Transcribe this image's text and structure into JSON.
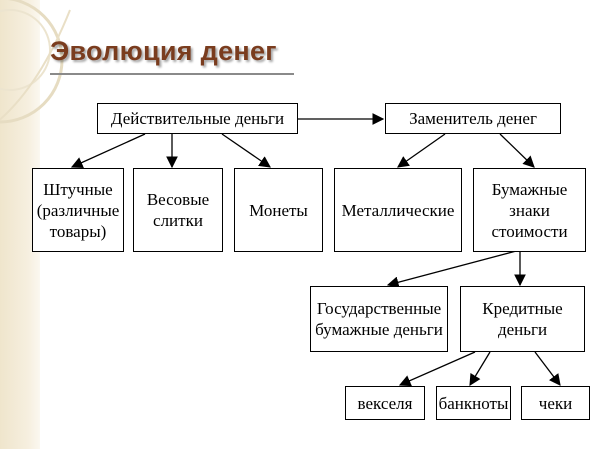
{
  "title": "Эволюция денег",
  "nodes": {
    "real_money": "Действительные деньги",
    "substitute": "Заменитель денег",
    "commodity": "Штучные (различные товары)",
    "ingots": "Весовые слитки",
    "coins": "Монеты",
    "metallic": "Металлические",
    "paper_signs": "Бумажные знаки стоимости",
    "state_paper": "Государственные бумажные деньги",
    "credit": "Кредитные деньги",
    "bills": "векселя",
    "banknotes": "банкноты",
    "cheques": "чеки"
  },
  "colors": {
    "title": "#7a3c1e",
    "lines": "#000000",
    "band": "#efe5cc"
  }
}
